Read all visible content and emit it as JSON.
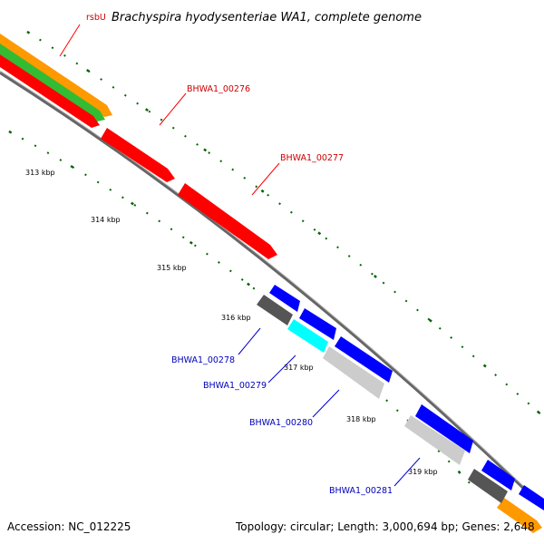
{
  "title": "Brachyspira hyodysenteriae WA1, complete genome",
  "accession": "Accession: NC_012225",
  "summary": "Topology: circular; Length: 3,000,694 bp; Genes: 2,648",
  "colors": {
    "forward_label": "#cc0000",
    "reverse_label": "#0000bb",
    "red": "#ff0000",
    "green": "#33bb33",
    "orange": "#ff9900",
    "blue": "#0000ff",
    "cyan": "#00ffff",
    "gray_dark": "#666666",
    "gray_light": "#cccccc",
    "backbone": "#888888",
    "ticks": "#006600"
  },
  "kbp_labels": [
    "313 kbp",
    "314 kbp",
    "315 kbp",
    "316 kbp",
    "317 kbp",
    "318 kbp",
    "319 kbp"
  ],
  "gene_labels": {
    "rsbU": "rsbU",
    "g276": "BHWA1_00276",
    "g277": "BHWA1_00277",
    "g278": "BHWA1_00278",
    "g279": "BHWA1_00279",
    "g280": "BHWA1_00280",
    "g281": "BHWA1_00281"
  }
}
